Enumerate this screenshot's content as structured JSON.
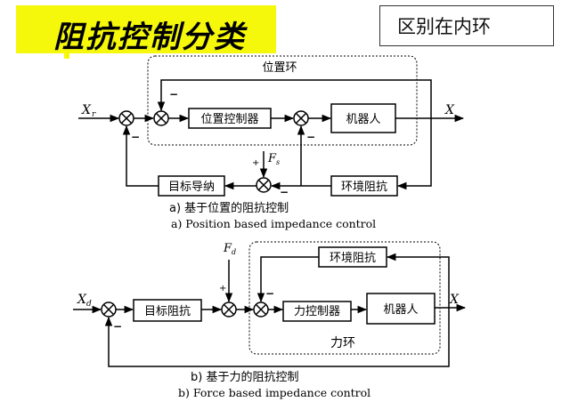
{
  "header": {
    "title": "阻抗控制分类",
    "side_note": "区别在内环"
  },
  "diagram_a": {
    "boxes": {
      "position_controller": "位置控制器",
      "robot": "机器人",
      "target_admittance": "目标导纳",
      "env_impedance": "环境阻抗"
    },
    "loop_label": "位置环",
    "signals": {
      "input": "X",
      "input_sub": "r",
      "output": "X",
      "force": "F",
      "force_sub": "s"
    },
    "signs": {
      "minus_outer": "−",
      "minus_inner_top": "−",
      "minus_sum3": "−",
      "plus_force": "+",
      "minus_force": "−"
    },
    "caption_cn": "a)  基于位置的阻抗控制",
    "caption_en": "a) Position based impedance control"
  },
  "diagram_b": {
    "boxes": {
      "target_impedance": "目标阻抗",
      "force_controller": "力控制器",
      "robot": "机器人",
      "env_impedance": "环境阻抗"
    },
    "loop_label": "力环",
    "signals": {
      "input": "X",
      "input_sub": "d",
      "output": "X",
      "force": "F",
      "force_sub": "d"
    },
    "signs": {
      "minus_outer": "−",
      "plus_force": "+",
      "minus_inner": "−"
    },
    "caption_cn": "b)  基于力的阻抗控制",
    "caption_en": "b) Force based impedance control"
  }
}
